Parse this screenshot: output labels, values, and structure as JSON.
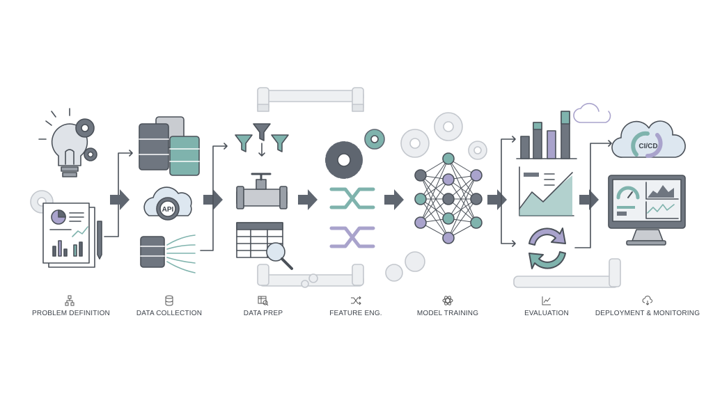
{
  "stages": [
    {
      "label": "PROBLEM DEFINITION",
      "icon": "hierarchy-icon"
    },
    {
      "label": "DATA COLLECTION",
      "icon": "database-icon"
    },
    {
      "label": "DATA PREP",
      "icon": "table-search-icon"
    },
    {
      "label": "FEATURE ENG.",
      "icon": "shuffle-icon"
    },
    {
      "label": "MODEL TRAINING",
      "icon": "atom-icon"
    },
    {
      "label": "EVALUATION",
      "icon": "line-chart-icon"
    },
    {
      "label": "DEPLOYMENT & MONITORING",
      "icon": "cloud-icon"
    }
  ],
  "illustration": {
    "api_label": "API",
    "cicd_label": "CI/CD"
  },
  "colors": {
    "slate": "#5f6670",
    "teal": "#7fb3ad",
    "purple": "#a9a3cc",
    "light": "#dde7f0",
    "pipe": "#d6d9de"
  }
}
